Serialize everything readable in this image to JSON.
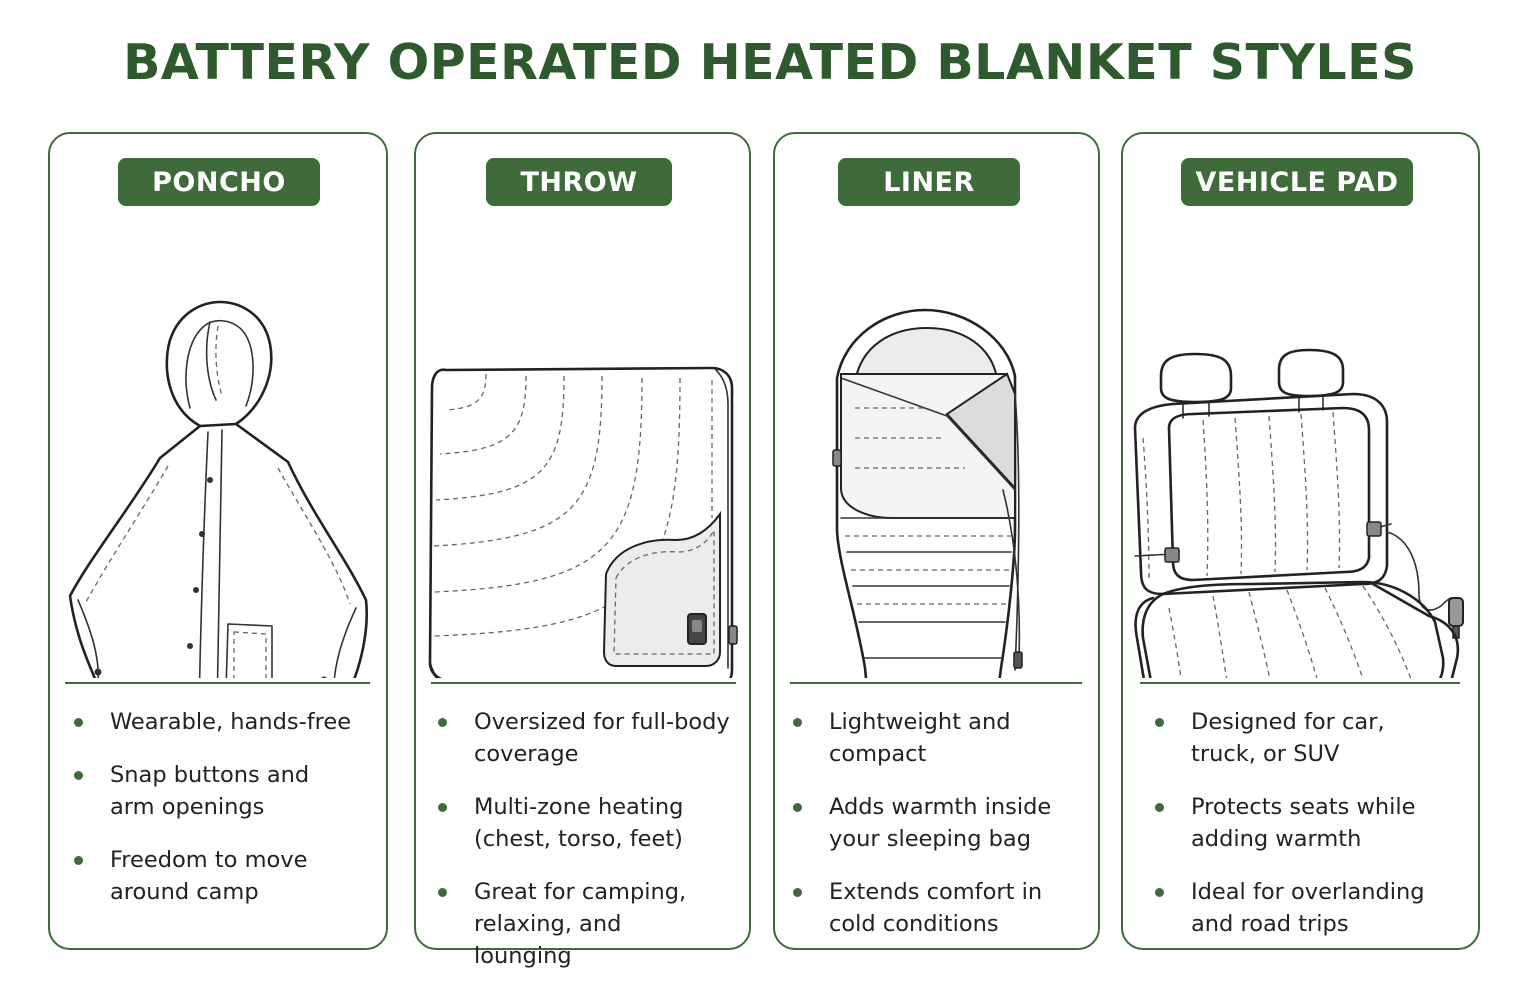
{
  "title": "BATTERY OPERATED HEATED BLANKET STYLES",
  "colors": {
    "accent": "#3f6b3a",
    "title": "#2f5a2e",
    "border": "#3d6b3a"
  },
  "cards": [
    {
      "label": "PONCHO",
      "icon": "poncho-illustration",
      "bullets": [
        "Wearable, hands-free",
        "Snap buttons and arm openings",
        "Freedom to move around camp"
      ]
    },
    {
      "label": "THROW",
      "icon": "throw-blanket-illustration",
      "bullets": [
        "Oversized for full-body coverage",
        "Multi-zone heating (chest, torso, feet)",
        "Great for camping, relaxing, and lounging"
      ]
    },
    {
      "label": "LINER",
      "icon": "sleeping-bag-liner-illustration",
      "bullets": [
        "Lightweight and compact",
        "Adds warmth inside your sleeping bag",
        "Extends comfort in cold conditions"
      ]
    },
    {
      "label": "VEHICLE PAD",
      "icon": "vehicle-seat-pad-illustration",
      "bullets": [
        "Designed for car, truck, or SUV",
        "Protects seats while adding warmth",
        "Ideal for overlanding and road trips"
      ]
    }
  ]
}
